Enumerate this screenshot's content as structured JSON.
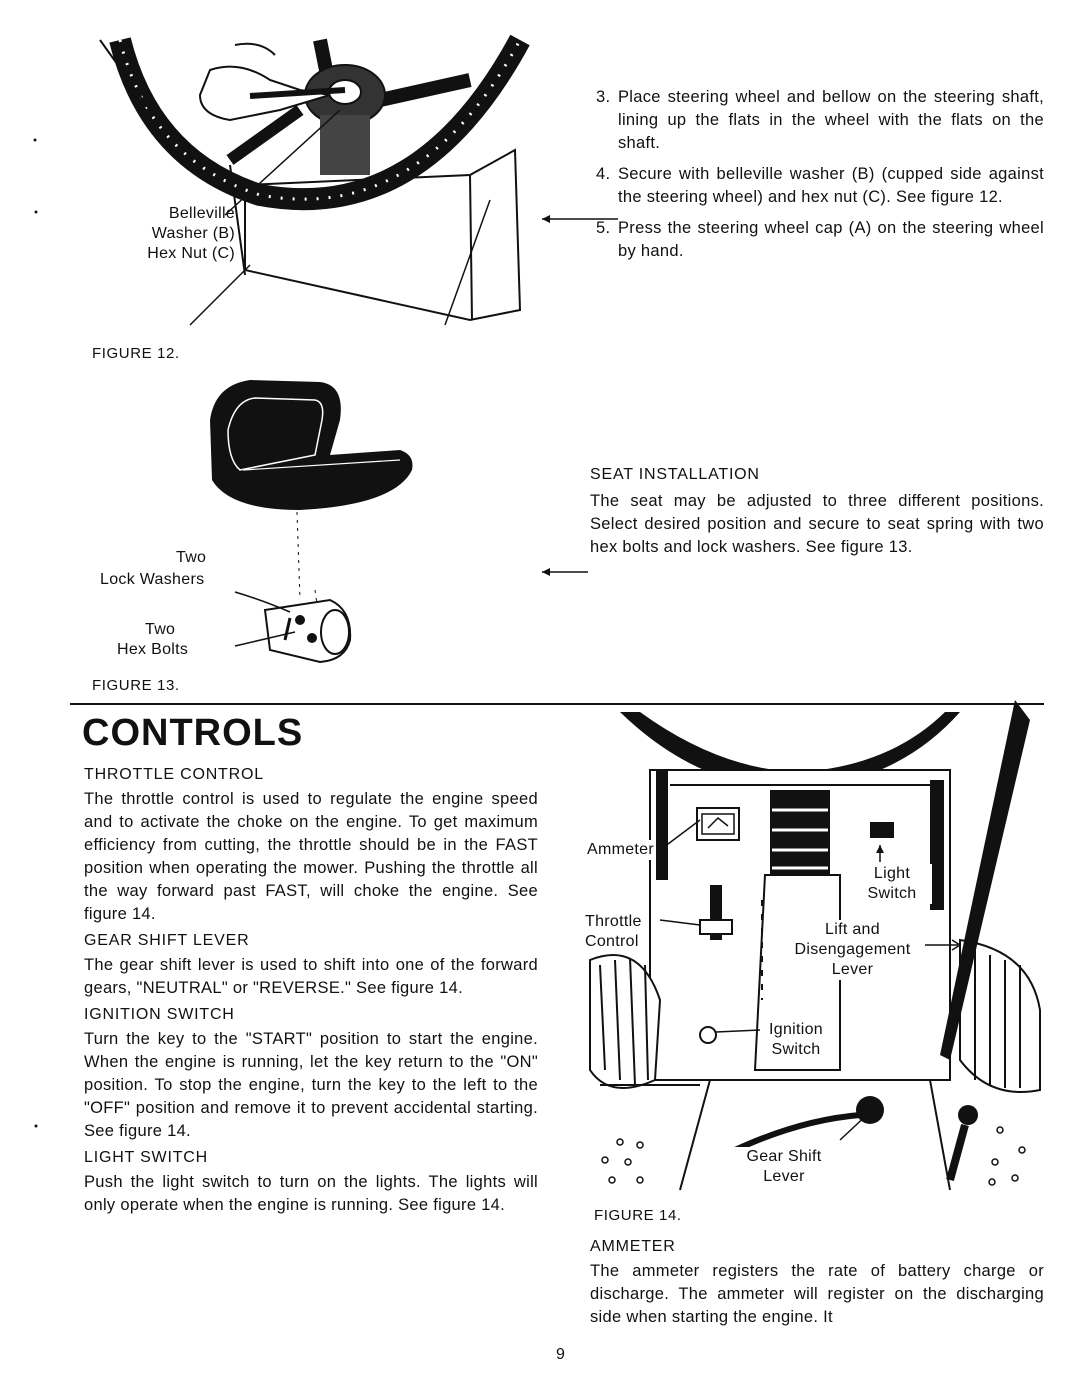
{
  "figure12": {
    "label_line1": "Belleville",
    "label_line2": "Washer (B)",
    "label_line3": "Hex Nut (C)",
    "caption": "FIGURE 12."
  },
  "steps": [
    {
      "num": "3.",
      "text": "Place steering wheel and bellow on the steering shaft, lining up the flats in the wheel with the flats on the shaft."
    },
    {
      "num": "4.",
      "text": "Secure with belleville washer (B) (cupped side against the steering wheel) and hex nut (C). See figure 12."
    },
    {
      "num": "5.",
      "text": "Press the steering wheel cap (A) on the steering wheel by hand."
    }
  ],
  "figure13": {
    "label_two1": "Two",
    "label_lock": "Lock Washers",
    "label_two2": "Two",
    "label_bolts": "Hex Bolts",
    "caption": "FIGURE 13."
  },
  "seat": {
    "heading": "SEAT INSTALLATION",
    "text": "The seat may be adjusted to three different positions. Select desired position and secure to seat spring with two hex bolts and lock washers. See figure 13."
  },
  "controls": {
    "title": "CONTROLS",
    "throttle_heading": "THROTTLE CONTROL",
    "throttle_text": "The throttle control is used to regulate the engine speed and to activate the choke on the engine. To get maximum efficiency from cutting, the throttle should be in the FAST position when operating the mower. Pushing the throttle all the way forward past FAST, will choke the engine. See figure 14.",
    "gear_heading": "GEAR SHIFT LEVER",
    "gear_text": "The gear shift lever is used to shift into one of the forward gears, \"NEUTRAL\" or \"REVERSE.\" See figure 14.",
    "ignition_heading": "IGNITION SWITCH",
    "ignition_text": "Turn the key to the \"START\" position to start the engine. When the engine is running, let the key return to the \"ON\" position. To stop the engine, turn the key to the left to the \"OFF\" position and remove it to prevent accidental starting. See figure 14.",
    "light_heading": "LIGHT SWITCH",
    "light_text": "Push the light switch to turn on the lights. The lights will only operate when the engine is running. See figure 14."
  },
  "figure14": {
    "ammeter": "Ammeter",
    "light1": "Light",
    "light2": "Switch",
    "throttle1": "Throttle",
    "throttle2": "Control",
    "lift1": "Lift and",
    "lift2": "Disengagement",
    "lift3": "Lever",
    "ign1": "Ignition",
    "ign2": "Switch",
    "gear1": "Gear Shift",
    "gear2": "Lever",
    "caption": "FIGURE 14."
  },
  "ammeter": {
    "heading": "AMMETER",
    "text": "The ammeter registers the rate of battery charge or discharge. The ammeter will register on the discharging side when starting the engine. It"
  },
  "page_number": "9"
}
